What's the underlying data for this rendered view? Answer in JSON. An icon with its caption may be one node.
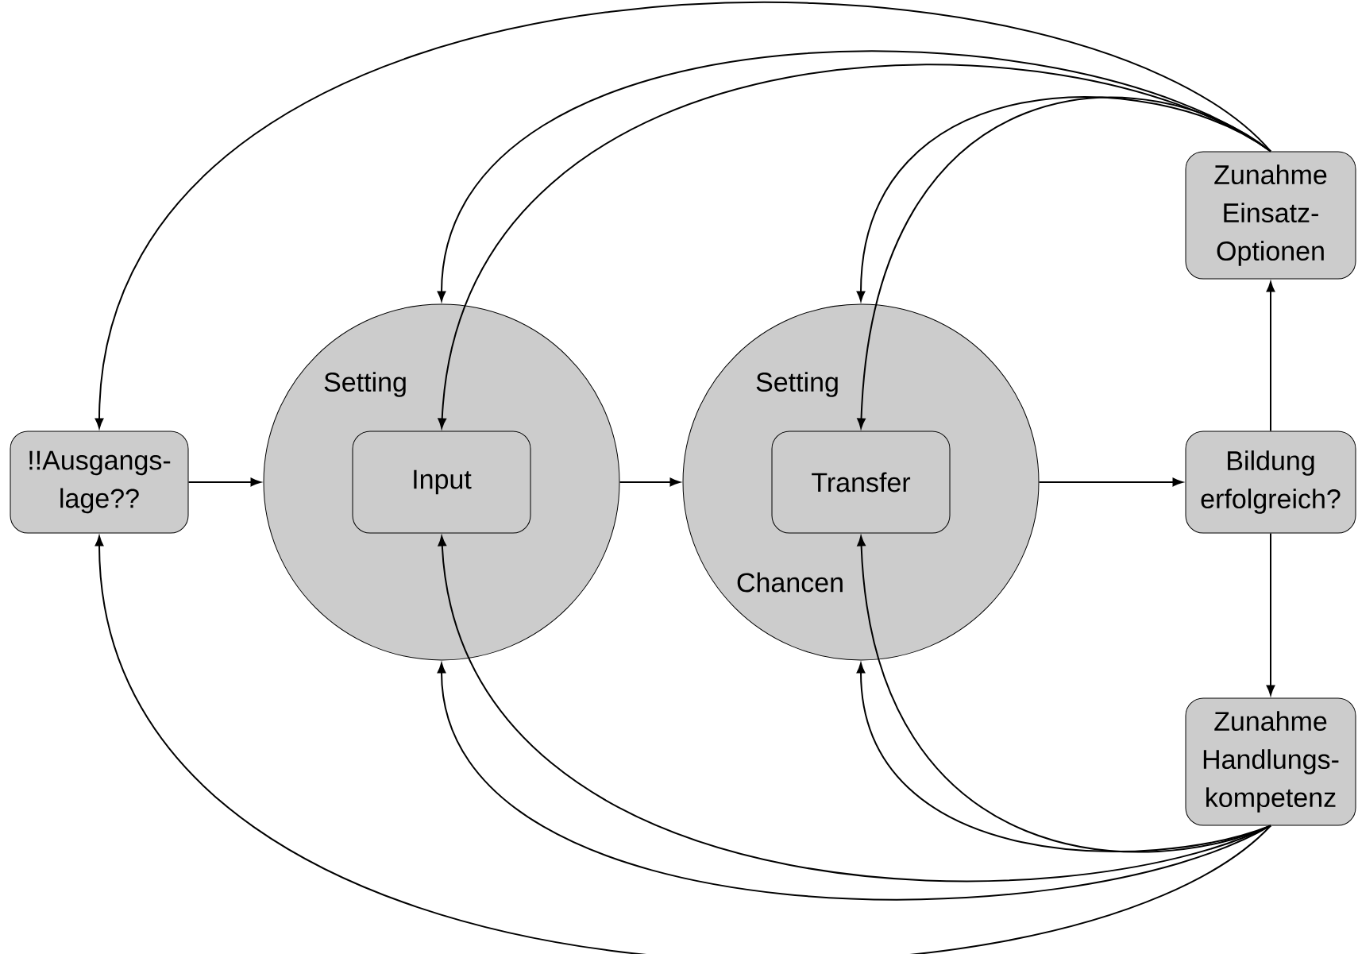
{
  "diagram": {
    "nodes": [
      {
        "text": [
          "!!Ausgangs- lage??"
        ]
      },
      {
        "text": [
          "Setting"
        ]
      },
      {
        "text": [
          "Input"
        ],
        "in": 1
      },
      {
        "text": [
          "Setting",
          "Chancen"
        ]
      },
      {
        "text": [
          "Transfer"
        ],
        "in": 3
      },
      {
        "text": [
          "Bildung erfolgreich?"
        ]
      },
      {
        "text": [
          "Zunahme Einsatz- Optionen"
        ]
      },
      {
        "text": [
          "Zunahme Handlungs- kompetenz"
        ]
      }
    ],
    "edges": [
      {
        "from": 0,
        "to": 1,
        "arrow": "to"
      },
      {
        "from": 1,
        "to": 3,
        "arrow": "to"
      },
      {
        "from": 3,
        "to": 5,
        "arrow": "to"
      },
      {
        "from": 5,
        "to": 6,
        "arrow": "to"
      },
      {
        "from": 5,
        "to": 7,
        "arrow": "to"
      },
      {
        "from": 6,
        "to": 0,
        "arrow": "to"
      },
      {
        "from": 6,
        "to": 1,
        "arrow": "to"
      },
      {
        "from": 6,
        "to": 2,
        "arrow": "to"
      },
      {
        "from": 6,
        "to": 3,
        "arrow": "to"
      },
      {
        "from": 6,
        "to": 4,
        "arrow": "to"
      },
      {
        "from": 7,
        "to": 0,
        "arrow": "to"
      },
      {
        "from": 7,
        "to": 1,
        "arrow": "to"
      },
      {
        "from": 7,
        "to": 2,
        "arrow": "to"
      },
      {
        "from": 7,
        "to": 3,
        "arrow": "to"
      },
      {
        "from": 7,
        "to": 4,
        "arrow": "to"
      }
    ]
  }
}
